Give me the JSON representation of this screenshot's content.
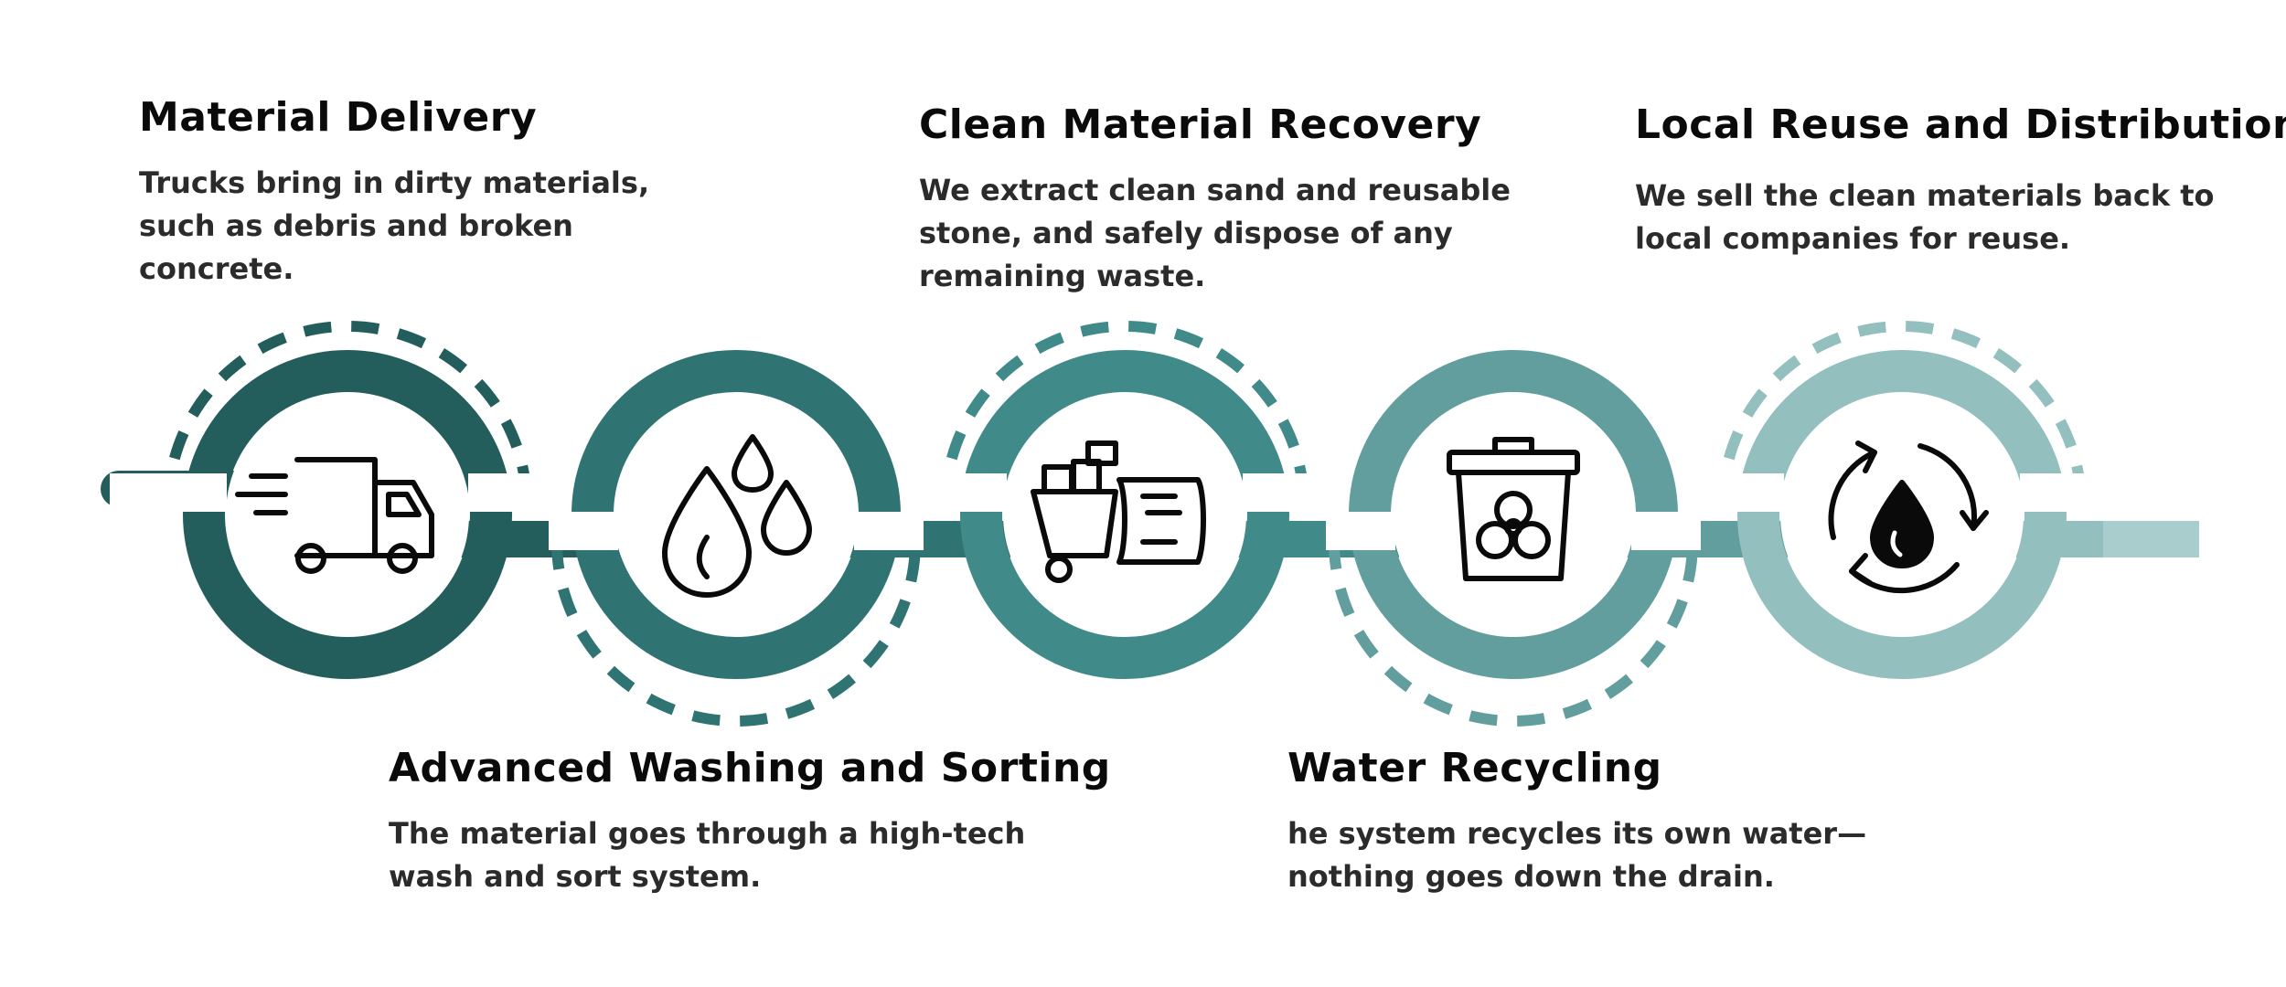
{
  "steps": [
    {
      "id": "delivery",
      "title": "Material Delivery",
      "description": "Trucks bring in dirty materials, such as debris and broken concrete.",
      "icon": "delivery-truck-icon",
      "color": "#235e5d"
    },
    {
      "id": "washing",
      "title": "Advanced Washing and Sorting",
      "description": "The material goes through a high-tech wash and sort system.",
      "icon": "water-drops-icon",
      "color": "#2f7372"
    },
    {
      "id": "recovery",
      "title": "Clean Material Recovery",
      "description": "We extract clean sand and reusable stone, and safely dispose of any remaining waste.",
      "icon": "cart-and-sack-icon",
      "color": "#408a89"
    },
    {
      "id": "recycling",
      "title": "Water Recycling",
      "description": "he system recycles its own water—nothing goes down the drain.",
      "icon": "biohazard-bin-icon",
      "color": "#629e9d"
    },
    {
      "id": "reuse",
      "title": "Local Reuse and Distribution",
      "description": "We sell the clean materials back to local companies for reuse.",
      "icon": "water-recycle-icon",
      "color": "#93bfbf"
    }
  ],
  "colors": {
    "connector_start": "#235e5d",
    "connector_end": "#a9cccc",
    "icon_stroke": "#0a0a0a",
    "background": "#ffffff"
  }
}
